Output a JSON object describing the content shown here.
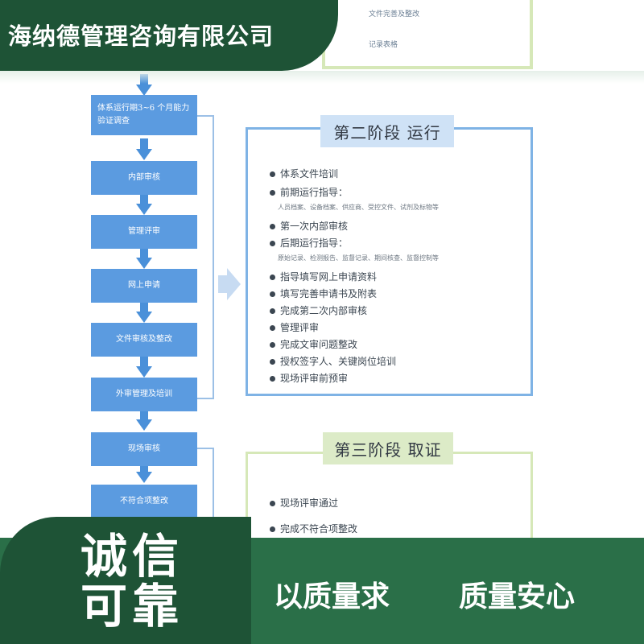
{
  "brand": {
    "company_name": "海纳德管理咨询有限公司"
  },
  "stage1": {
    "lines": [
      "文件完善及整改",
      "记录表格"
    ]
  },
  "flow": {
    "steps": [
      "体系运行期3~6 个月能力验证调查",
      "内部审核",
      "管理评审",
      "网上申请",
      "文件审核及整改",
      "外审管理及培训",
      "现场审核",
      "不符合项整改"
    ]
  },
  "stage2": {
    "title": "第二阶段  运行",
    "items": [
      {
        "text": "体系文件培训",
        "sub": ""
      },
      {
        "text": "前期运行指导：",
        "sub": "人员档案、设备档案、供应商、受控文件、试剂及标物等"
      },
      {
        "text": "第一次内部审核",
        "sub": ""
      },
      {
        "text": "后期运行指导：",
        "sub": "原始记录、检测报告、监督记录、期间核查、监督控制等"
      },
      {
        "text": "指导填写网上申请资料",
        "sub": ""
      },
      {
        "text": "填写完善申请书及附表",
        "sub": ""
      },
      {
        "text": "完成第二次内部审核",
        "sub": ""
      },
      {
        "text": "管理评审",
        "sub": ""
      },
      {
        "text": "完成文审问题整改",
        "sub": ""
      },
      {
        "text": "授权签字人、关键岗位培训",
        "sub": ""
      },
      {
        "text": "现场评审前预审",
        "sub": ""
      }
    ]
  },
  "stage3": {
    "title": "第三阶段  取证",
    "items": [
      "现场评审通过",
      "完成不符合项整改"
    ]
  },
  "footer": {
    "slogan_line1": "诚信",
    "slogan_line2": "可靠",
    "tagline1": "以质量求",
    "tagline2": "质量安心"
  },
  "colors": {
    "brand_green": "#1e5336",
    "footer_green": "#2a6f48",
    "step_blue": "#5b9be0",
    "stage2_border": "#7fb3e5",
    "stage3_border": "#d6e8b8"
  }
}
